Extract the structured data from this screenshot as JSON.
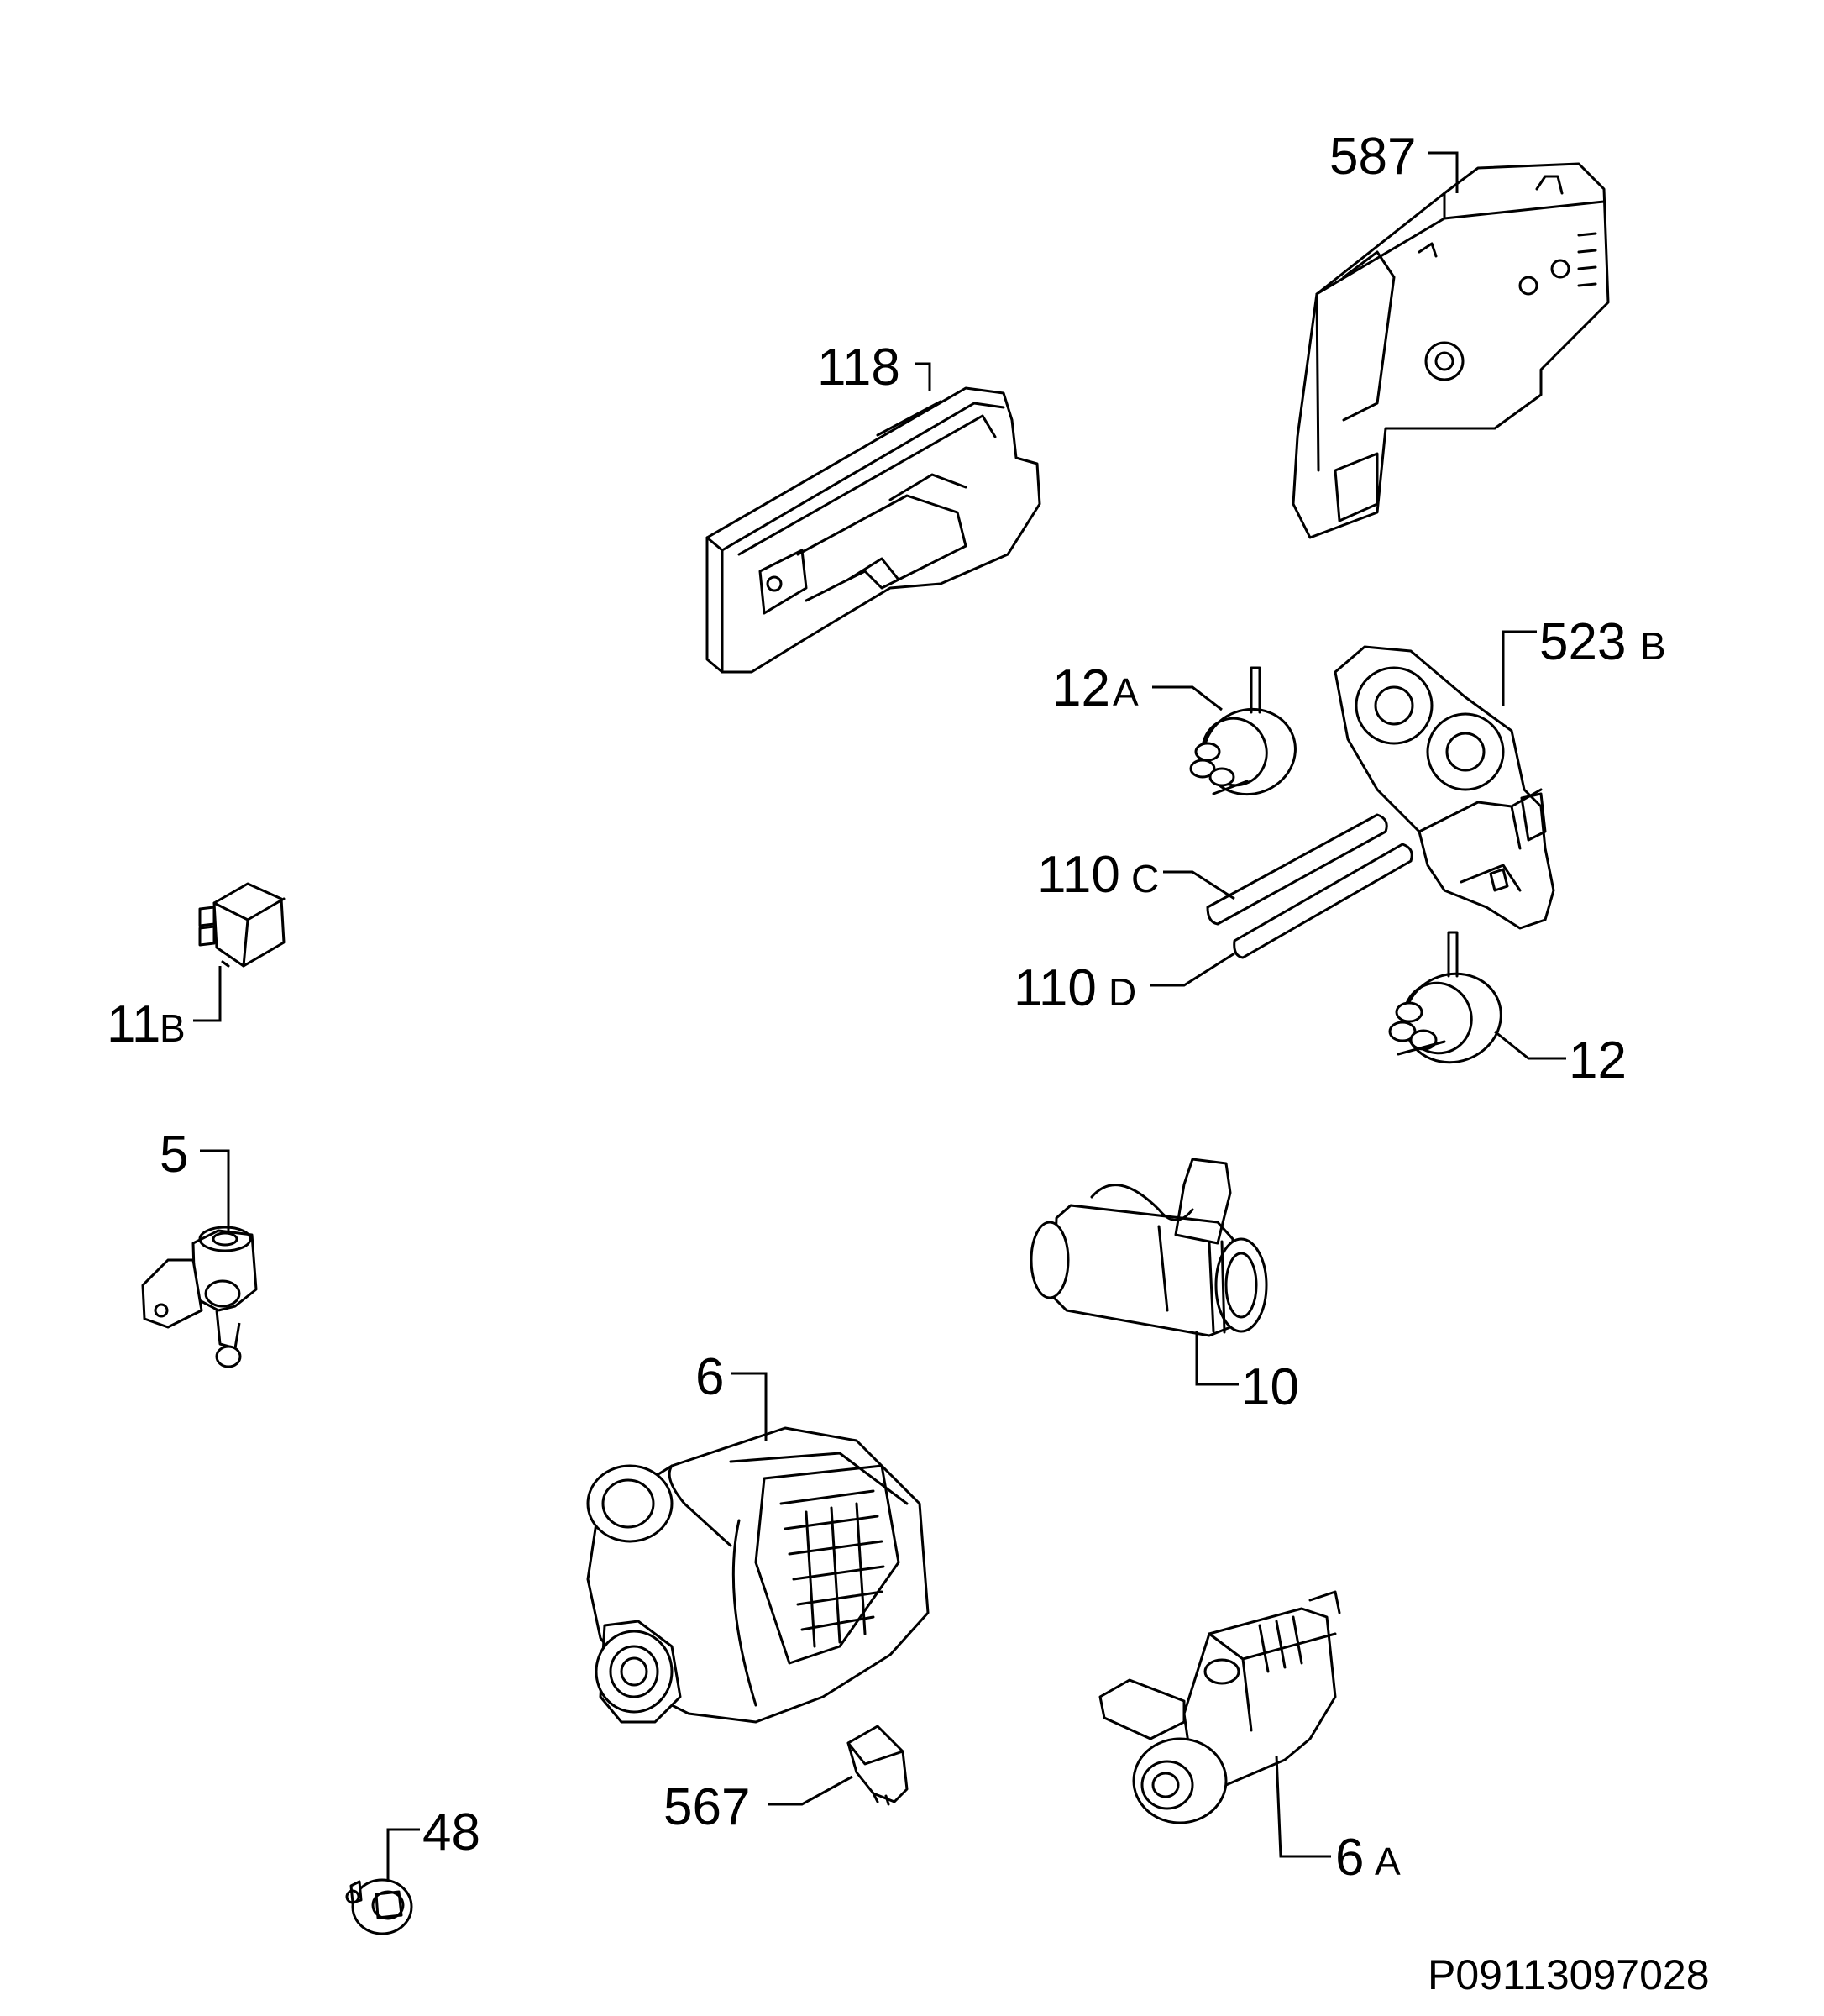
{
  "labels": {
    "l587": "587",
    "l118": "118",
    "l523": "523",
    "l523s": "B",
    "l12a": "12",
    "l12as": "A",
    "l110c": "110",
    "l110cs": "C",
    "l110d": "110",
    "l110ds": "D",
    "l12": "12",
    "l11b": "11",
    "l11bs": "B",
    "l5": "5",
    "l10": "10",
    "l6": "6",
    "l567": "567",
    "l6a": "6",
    "l6as": "A",
    "l48": "48"
  },
  "drawing_code": "P09113097028"
}
